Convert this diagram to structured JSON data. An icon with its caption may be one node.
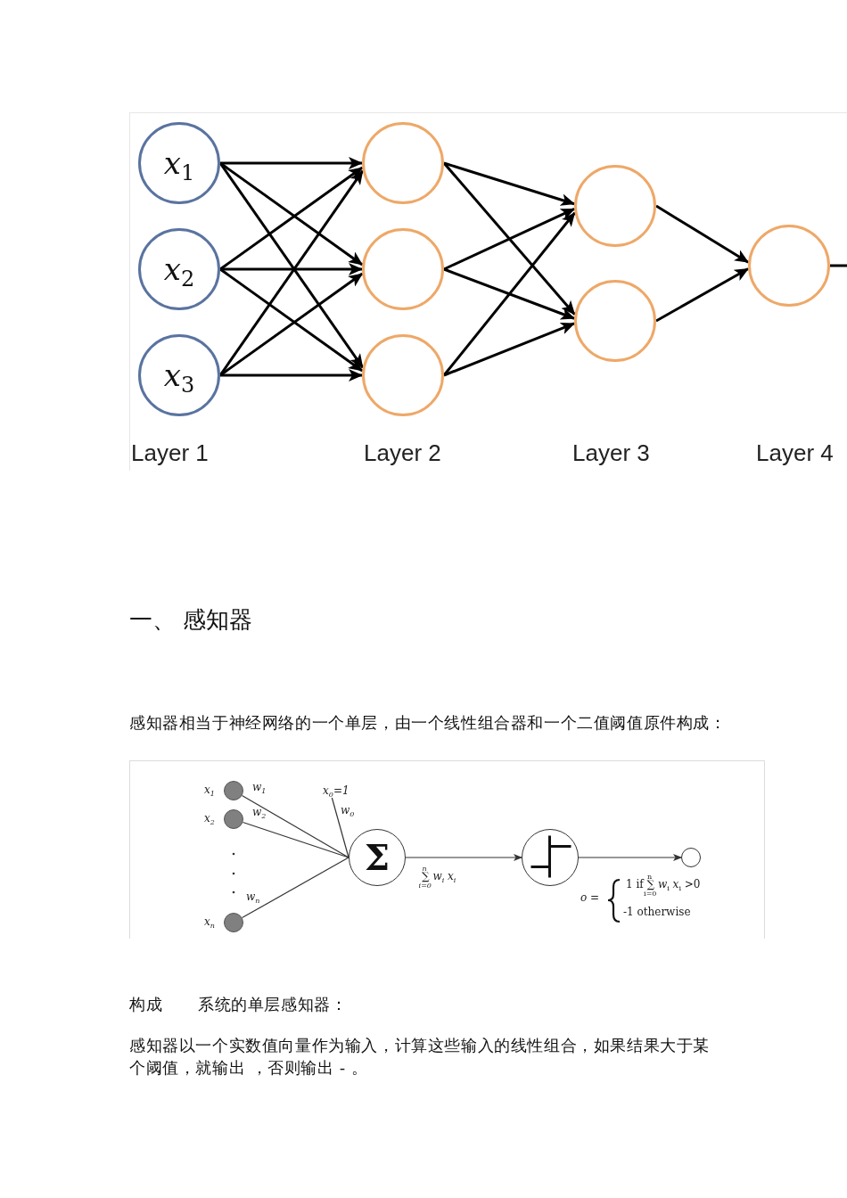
{
  "diagram": {
    "nodes": [
      {
        "text": [
          "*x*$_{1}$"
        ]
      },
      {
        "text": [
          "*x*$_{2}$"
        ]
      },
      {
        "text": [
          "*x*$_{3}$"
        ]
      },
      {
        "text": [],
        "shape": "circle"
      },
      {
        "text": [],
        "shape": "circle"
      },
      {
        "text": [],
        "shape": "circle"
      },
      {
        "text": [],
        "shape": "circle"
      },
      {
        "text": [],
        "shape": "circle"
      },
      {
        "text": [],
        "shape": "circle"
      },
      {
        "text": [],
        "shape": "circle",
        "beside": [
          "x$_{1}$"
        ]
      },
      {
        "text": [],
        "shape": "circle",
        "beside": [
          "x$_{2}$"
        ]
      },
      {
        "text": [],
        "shape": "circle",
        "beside": [
          "x$_{n}$"
        ]
      },
      {
        "text": [
          "x$_{0}$=1"
        ]
      },
      {
        "text": [
          "Σ"
        ]
      },
      {
        "text": [],
        "shape": "circle"
      },
      {
        "text": [],
        "shape": "circle"
      }
    ],
    "edges": [
      {
        "from": 0,
        "to": 3,
        "arrow": "to"
      },
      {
        "from": 0,
        "to": 4,
        "arrow": "to"
      },
      {
        "from": 0,
        "to": 5,
        "arrow": "to"
      },
      {
        "from": 1,
        "to": 3,
        "arrow": "to"
      },
      {
        "from": 1,
        "to": 4,
        "arrow": "to"
      },
      {
        "from": 1,
        "to": 5,
        "arrow": "to"
      },
      {
        "from": 2,
        "to": 3,
        "arrow": "to"
      },
      {
        "from": 2,
        "to": 4,
        "arrow": "to"
      },
      {
        "from": 2,
        "to": 5,
        "arrow": "to"
      },
      {
        "from": 3,
        "to": 6,
        "arrow": "to"
      },
      {
        "from": 3,
        "to": 7,
        "arrow": "to"
      },
      {
        "from": 4,
        "to": 6,
        "arrow": "to"
      },
      {
        "from": 4,
        "to": 7,
        "arrow": "to"
      },
      {
        "from": 5,
        "to": 6,
        "arrow": "to"
      },
      {
        "from": 5,
        "to": 7,
        "arrow": "to"
      },
      {
        "from": 6,
        "to": 8,
        "arrow": "to"
      },
      {
        "from": 7,
        "to": 8,
        "arrow": "to"
      },
      {
        "from": 8,
        "to": null,
        "arrow": "none"
      },
      {
        "from": 9,
        "to": 13,
        "arrow": "none",
        "label": "w$_{1}$"
      },
      {
        "from": 10,
        "to": 13,
        "arrow": "none",
        "label": "w$_{2}$"
      },
      {
        "from": 11,
        "to": 13,
        "arrow": "none",
        "label": "w$_{n}$"
      },
      {
        "from": 12,
        "to": 13,
        "arrow": "none",
        "label": "w$_{0}$"
      },
      {
        "from": 13,
        "to": 14,
        "arrow": "to",
        "label": "∑$^{n}$$_{i=0}$ w$_{i}$ x$_{i}$"
      },
      {
        "from": 14,
        "to": 15,
        "arrow": "to"
      }
    ],
    "labels": [
      "Layer 1",
      "Layer 2",
      "Layer 3",
      "Layer 4",
      "一、 感知器",
      "感知器相当于神经网络的一个单层，由一个线性组合器和一个二值阈值原件构成：",
      "*o* =",
      "1 if ∑$^{n}$$_{i=0}$ *w*$_{i}$ *x*$_{i}$ >0",
      "-1 otherwise",
      "构成",
      "系统的单层感知器：",
      "感知器以一个实数值向量作为输入，计算这些输入的线性组合，如果结果大于某个阈值，就输出 ，否则输出 - 。"
    ]
  }
}
